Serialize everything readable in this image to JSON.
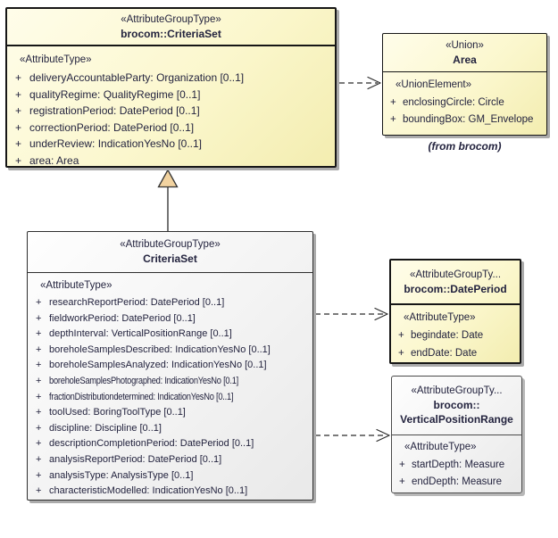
{
  "diagram": {
    "type": "uml-class-diagram",
    "boxes": {
      "brocom_criteriaset": {
        "stereotype": "«AttributeGroupType»",
        "name": "brocom::CriteriaSet",
        "section_stereotype": "«AttributeType»",
        "attributes": [
          {
            "prefix": "+",
            "text": "deliveryAccountableParty: Organization [0..1]"
          },
          {
            "prefix": "+",
            "text": "qualityRegime: QualityRegime [0..1]"
          },
          {
            "prefix": "+",
            "text": "registrationPeriod: DatePeriod [0..1]"
          },
          {
            "prefix": "+",
            "text": "correctionPeriod: DatePeriod [0..1]"
          },
          {
            "prefix": "+",
            "text": "underReview: IndicationYesNo [0..1]"
          },
          {
            "prefix": "+",
            "text": "area: Area"
          }
        ]
      },
      "area": {
        "stereotype": "«Union»",
        "name": "Area",
        "section_stereotype": "«UnionElement»",
        "attributes": [
          {
            "prefix": "+",
            "text": "enclosingCircle: Circle"
          },
          {
            "prefix": "+",
            "text": "boundingBox: GM_Envelope"
          }
        ],
        "caption": "(from brocom)"
      },
      "criteriaset": {
        "stereotype": "«AttributeGroupType»",
        "name": "CriteriaSet",
        "section_stereotype": "«AttributeType»",
        "attributes": [
          {
            "prefix": "+",
            "text": "researchReportPeriod: DatePeriod [0..1]"
          },
          {
            "prefix": "+",
            "text": "fieldworkPeriod: DatePeriod [0..1]"
          },
          {
            "prefix": "+",
            "text": "depthInterval: VerticalPositionRange [0..1]"
          },
          {
            "prefix": "+",
            "text": "boreholeSamplesDescribed: IndicationYesNo [0..1]"
          },
          {
            "prefix": "+",
            "text": "boreholeSamplesAnalyzed: IndicationYesNo [0..1]"
          },
          {
            "prefix": "+",
            "text": "boreholeSamplesPhotographed: IndicationYesNo [0.1]",
            "condensed": true
          },
          {
            "prefix": "+",
            "text": "fractionDistributiondetermined: IndicationYesNo [0..1]",
            "condensed": true
          },
          {
            "prefix": "+",
            "text": "toolUsed: BoringToolType [0..1]"
          },
          {
            "prefix": "+",
            "text": "discipline: Discipline [0..1]"
          },
          {
            "prefix": "+",
            "text": "descriptionCompletionPeriod: DatePeriod [0..1]"
          },
          {
            "prefix": "+",
            "text": "analysisReportPeriod: DatePeriod [0..1]"
          },
          {
            "prefix": "+",
            "text": "analysisType: AnalysisType [0..1]"
          },
          {
            "prefix": "+",
            "text": "characteristicModelled: IndicationYesNo [0..1]"
          }
        ]
      },
      "brocom_dateperiod": {
        "stereotype": "«AttributeGroupTy...",
        "name": "brocom::DatePeriod",
        "section_stereotype": "«AttributeType»",
        "attributes": [
          {
            "prefix": "+",
            "text": "begindate: Date"
          },
          {
            "prefix": "+",
            "text": "endDate: Date"
          }
        ]
      },
      "brocom_verticalpositionrange": {
        "stereotype": "«AttributeGroupTy...",
        "name_line1": "brocom::",
        "name_line2": "VerticalPositionRange",
        "section_stereotype": "«AttributeType»",
        "attributes": [
          {
            "prefix": "+",
            "text": "startDepth: Measure"
          },
          {
            "prefix": "+",
            "text": "endDepth: Measure"
          }
        ]
      }
    },
    "connectors": {
      "generalization": "CriteriaSet -> brocom::CriteriaSet",
      "dependency_area": "brocom::CriteriaSet --> Area",
      "dependency_dateperiod": "CriteriaSet --> brocom::DatePeriod",
      "dependency_verticalpositionrange": "CriteriaSet --> brocom::VerticalPositionRange"
    },
    "colors": {
      "yellow_fill_light": "#fffdea",
      "yellow_fill_dark": "#f3edb0",
      "gray_fill_light": "#fefefe",
      "gray_fill_dark": "#e9e9e9",
      "border": "#161616",
      "text": "#23233e",
      "shadow": "#ababab",
      "generalization_arrow_fill": "#f2d3a0"
    }
  }
}
